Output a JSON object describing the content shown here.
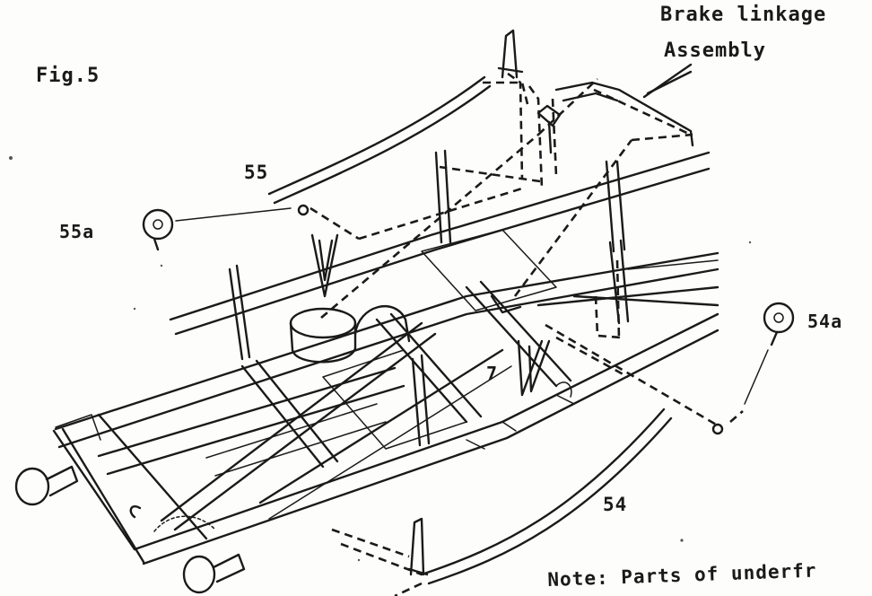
{
  "figure": {
    "label": "Fig.5",
    "callouts": {
      "brake_line1": "Brake linkage",
      "brake_line2": "Assembly",
      "part_55": "55",
      "part_55a": "55a",
      "part_54a": "54a",
      "part_7": "7",
      "part_54": "54"
    },
    "note": "Note: Parts of underfr"
  }
}
